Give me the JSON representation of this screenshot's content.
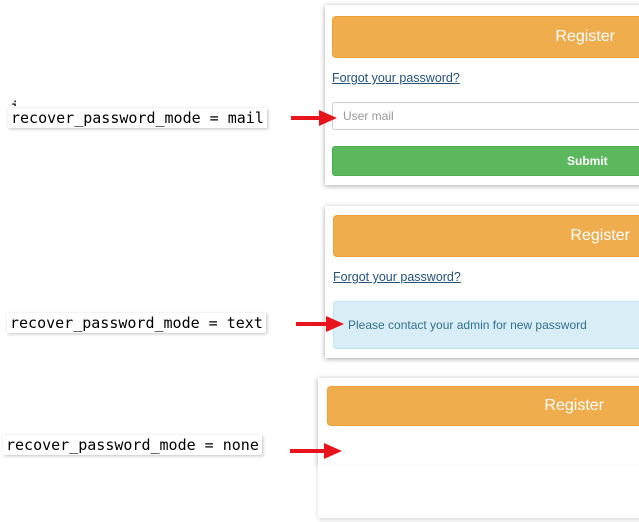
{
  "panels": [
    {
      "mode_label": "recover_password_mode = mail",
      "register_label": "Register",
      "forgot_link": "Forgot your password?",
      "mail_placeholder": "User mail",
      "submit_label": "Submit"
    },
    {
      "mode_label": "recover_password_mode = text",
      "register_label": "Register",
      "forgot_link": "Forgot your password?",
      "info_message": "Please contact your admin for new password"
    },
    {
      "mode_label": "recover_password_mode = none",
      "register_label": "Register"
    }
  ],
  "colors": {
    "register": "#f0ad4e",
    "submit": "#5cb85c",
    "info_bg": "#d9edf7",
    "info_text": "#31708f",
    "link": "#23527c",
    "arrow": "#e8141c"
  },
  "icons": [
    "arrow-right-icon"
  ]
}
